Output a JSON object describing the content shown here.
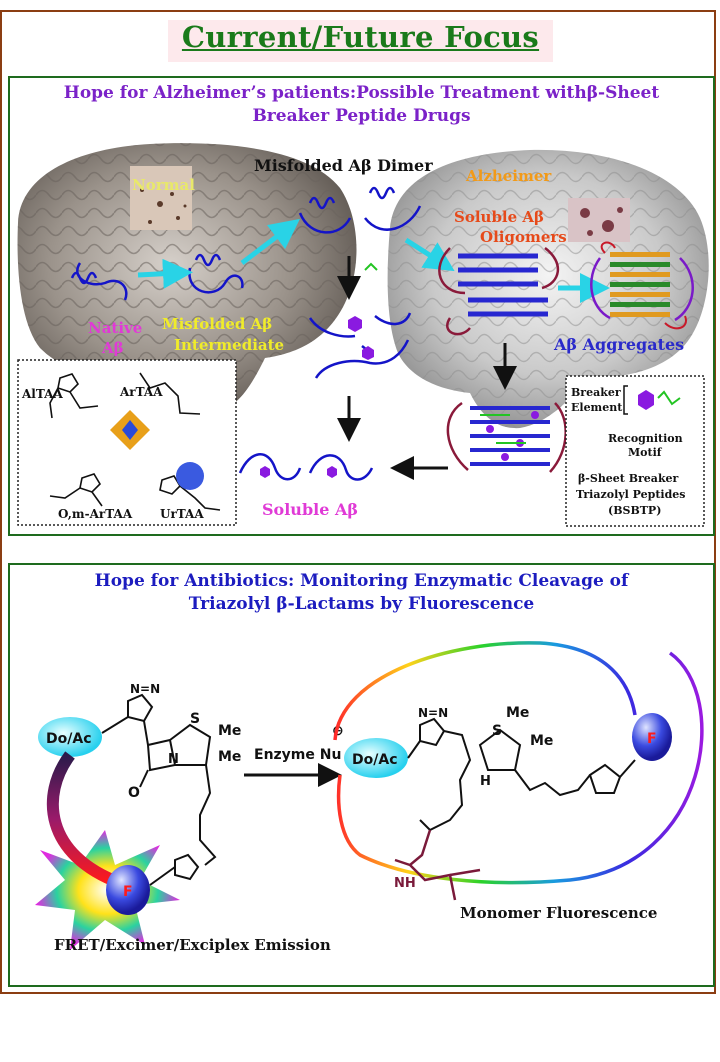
{
  "header": {
    "title": "Current/Future Focus"
  },
  "panel1": {
    "title_line1": "Hope for Alzheimer’s patients:Possible Treatment withβ-Sheet",
    "title_line2": "Breaker Peptide Drugs",
    "normal_label": "Normal",
    "alzheimer_label": "Alzheimer",
    "dimer_label": "Misfolded Aβ Dimer",
    "soluble_oligomers_line1": "Soluble Aβ",
    "soluble_oligomers_line2": "Oligomers",
    "native_line1": "Native",
    "native_line2": "Aβ",
    "misfolded_line1": "Misfolded Aβ",
    "misfolded_line2": "Intermediate",
    "aggregates_label": "Aβ Aggregates",
    "soluble_ab_label": "Soluble Aβ",
    "legend": {
      "breaker_line1": "Breaker",
      "breaker_line2": "Element",
      "recognition_line1": "Recognition",
      "recognition_line2": "Motif",
      "bsbtp_line1": "β-Sheet Breaker",
      "bsbtp_line2": "Triazolyl Peptides",
      "bsbtp_line3": "(BSBTP)"
    },
    "taa": {
      "al": "AlTAA",
      "ar": "ArTAA",
      "om_ar": "O,m-ArTAA",
      "ur": "UrTAA"
    }
  },
  "panel2": {
    "title_line1": "Hope for Antibiotics: Monitoring Enzymatic Cleavage of",
    "title_line2": "Triazolyl β-Lactams by Fluorescence",
    "do_ac_left": "Do/Ac",
    "do_ac_right": "Do/Ac",
    "f_left": "F",
    "f_right": "F",
    "enzyme_label": "Enzyme Nu",
    "minus_sign": "⊖",
    "me1": "Me",
    "me2": "Me",
    "me3": "Me",
    "me4": "Me",
    "s1": "S",
    "s2": "S",
    "n_atom": "N",
    "h_atom": "H",
    "o_atom": "O",
    "nh_label": "NH",
    "fret_label": "FRET/Excimer/Exciplex Emission",
    "monomer_label": "Monomer Fluorescence"
  }
}
